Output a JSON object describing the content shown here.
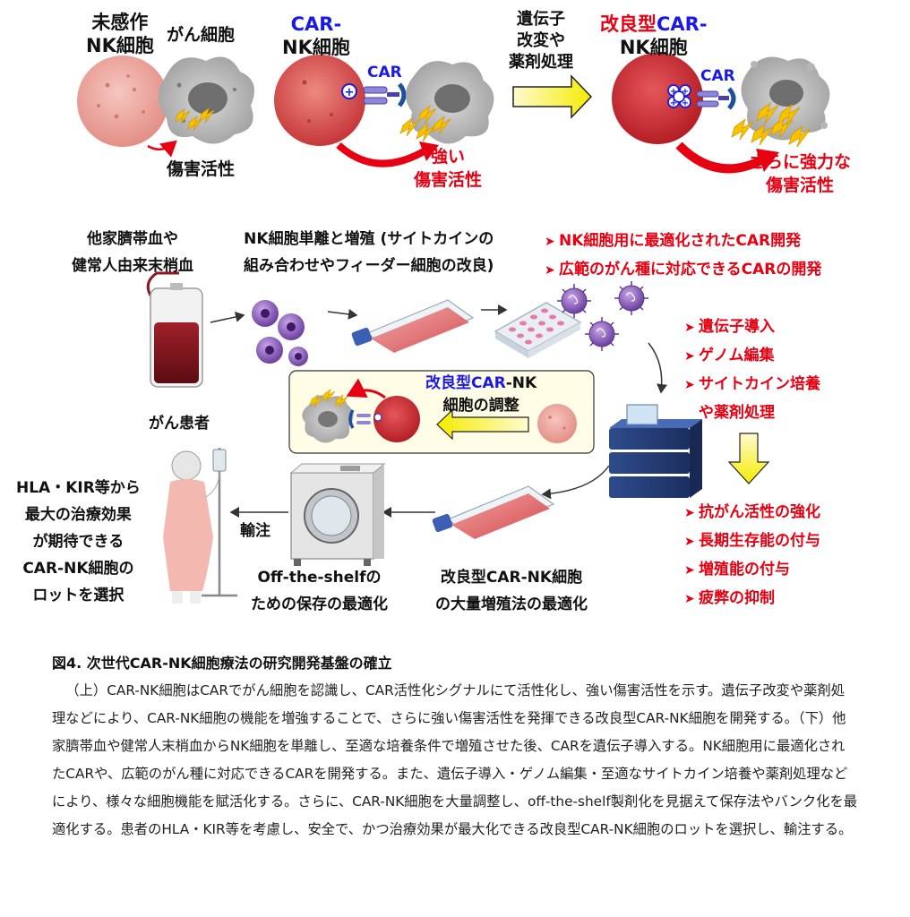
{
  "top": {
    "uninfected": [
      "未感作",
      "NK細胞"
    ],
    "cancer_cell": "がん細胞",
    "cytotox": "傷害活性",
    "car_nk": {
      "car": "CAR",
      "dash": "-",
      "nk": "NK細胞"
    },
    "car_tag": "CAR",
    "strong": [
      "強い",
      "傷害活性"
    ],
    "modify": [
      "遺伝子",
      "改変や",
      "薬剤処理"
    ],
    "improved": {
      "prefix": "改良型",
      "car": "CAR",
      "dash": "-",
      "nk": "NK細胞"
    },
    "car_tag2": "CAR",
    "stronger": [
      "さらに強力な",
      "傷害活性"
    ]
  },
  "flow": {
    "source": [
      "他家臍帯血や",
      "健常人由来末梢血"
    ],
    "isolate": [
      "NK細胞単離と増殖 (サイトカインの",
      "組み合わせやフィーダー細胞の改良)"
    ],
    "dev_list": [
      "NK細胞用に最適化されたCAR開発",
      "広範のがん種に対応できるCARの開発"
    ],
    "mod_list": [
      "遺伝子導入",
      "ゲノム編集",
      "サイトカイン培養",
      "や薬剤処理"
    ],
    "effect_list": [
      "抗がん活性の強化",
      "長期生存能の付与",
      "増殖能の付与",
      "疲弊の抑制"
    ],
    "prep_box": {
      "prefix": "改良型",
      "car": "CAR",
      "suffix": "-NK",
      "line2": "細胞の調整"
    },
    "patient": "がん患者",
    "select": [
      "HLA・KIR等から",
      "最大の治療効果",
      "が期待できる",
      "CAR-NK細胞の",
      "ロットを選択"
    ],
    "infuse": "輸注",
    "storage": [
      "Off-the-shelfの",
      "ための保存の最適化"
    ],
    "expand": [
      "改良型CAR-NK細胞",
      "の大量増殖法の最適化"
    ]
  },
  "caption": {
    "title": "図4. 次世代CAR-NK細胞療法の研究開発基盤の確立",
    "body": "（上）CAR-NK細胞はCARでがん細胞を認識し、CAR活性化シグナルにて活性化し、強い傷害活性を示す。遺伝子改変や薬剤処理などにより、CAR-NK細胞の機能を増強することで、さらに強い傷害活性を発揮できる改良型CAR-NK細胞を開発する。（下）他家臍帯血や健常人末梢血からNK細胞を単離し、至適な培養条件で増殖させた後、CARを遺伝子導入する。NK細胞用に最適化されたCARや、広範のがん種に対応できるCARを開発する。また、遺伝子導入・ゲノム編集・至適なサイトカイン培養や薬剤処理などにより、様々な細胞機能を賦活化する。さらに、CAR-NK細胞を大量調整し、off-the-shelf製剤化を見据えて保存法やバンク化を最適化する。患者のHLA・KIR等を考慮し、安全で、かつ治療効果が最大化できる改良型CAR-NK細胞のロットを選択し、輸注する。"
  },
  "colors": {
    "accent_red": "#e60012",
    "accent_blue": "#1a1ae6",
    "yellow": "#f5f000",
    "box_fill": "#fffde6"
  }
}
